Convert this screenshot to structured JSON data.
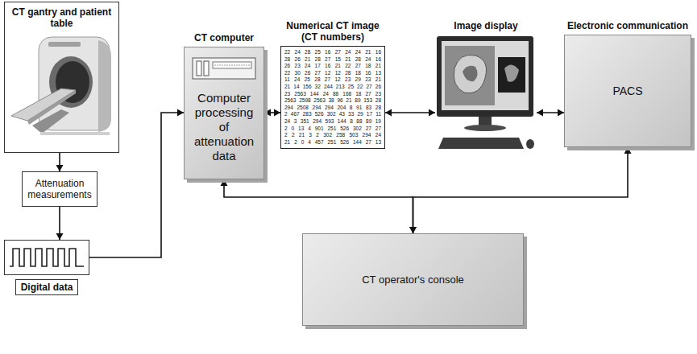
{
  "diagram": {
    "nodes": [
      {
        "text": [
          "CT gantry and patient table"
        ]
      },
      {
        "text": [
          "Attenuation measurements"
        ]
      },
      {
        "text": [
          "Digital data"
        ]
      },
      {
        "text": [
          "CT computer",
          "Computer processing of attenuation data"
        ]
      },
      {
        "text": [
          "Numerical CT image (CT numbers)"
        ]
      },
      {
        "text": [
          "Image display"
        ]
      },
      {
        "text": [
          "Electronic communication",
          "PACS"
        ]
      },
      {
        "text": [
          "CT operator's console"
        ]
      }
    ],
    "edges": [
      {
        "from": 0,
        "to": 1,
        "arrow": "to"
      },
      {
        "from": 1,
        "to": 2,
        "arrow": "to"
      },
      {
        "from": 2,
        "to": 3,
        "arrow": "to"
      },
      {
        "from": 3,
        "to": 4,
        "arrow": "both"
      },
      {
        "from": 4,
        "to": 5,
        "arrow": "both"
      },
      {
        "from": 5,
        "to": 6,
        "arrow": "both"
      },
      {
        "from": 7,
        "to": 3,
        "arrow": "both"
      },
      {
        "from": 7,
        "to": 6,
        "arrow": "both"
      }
    ],
    "labels": [
      "22 24 28 25 16 27 24 24 21 16",
      "28 26 21 28 27 15 21 28 24 16",
      "26 23 24 17 16 21 22 27 18 21",
      "22 30 26 27 12 12 28 18 16 13",
      "11 24 25 28 27 12 23 29 23 21",
      "21 14 156 32 244 213 25 22 27 26",
      "23 2563 144 24 88 168 18 27 23",
      "2563 2598 2563 38 96 21 89 153 28",
      "294 2508 294 294 204 8 91 83 28",
      "2 467 283 526 302 43 33 29 17 11",
      "24 3 351 294 593 144 8 88 89 19",
      "2 0 13 4 901 251 526 302 27 27",
      "2 2 21 3 2 302 258 503 294 24",
      "21 2 0 4 457 251 526 144 27 13"
    ]
  }
}
